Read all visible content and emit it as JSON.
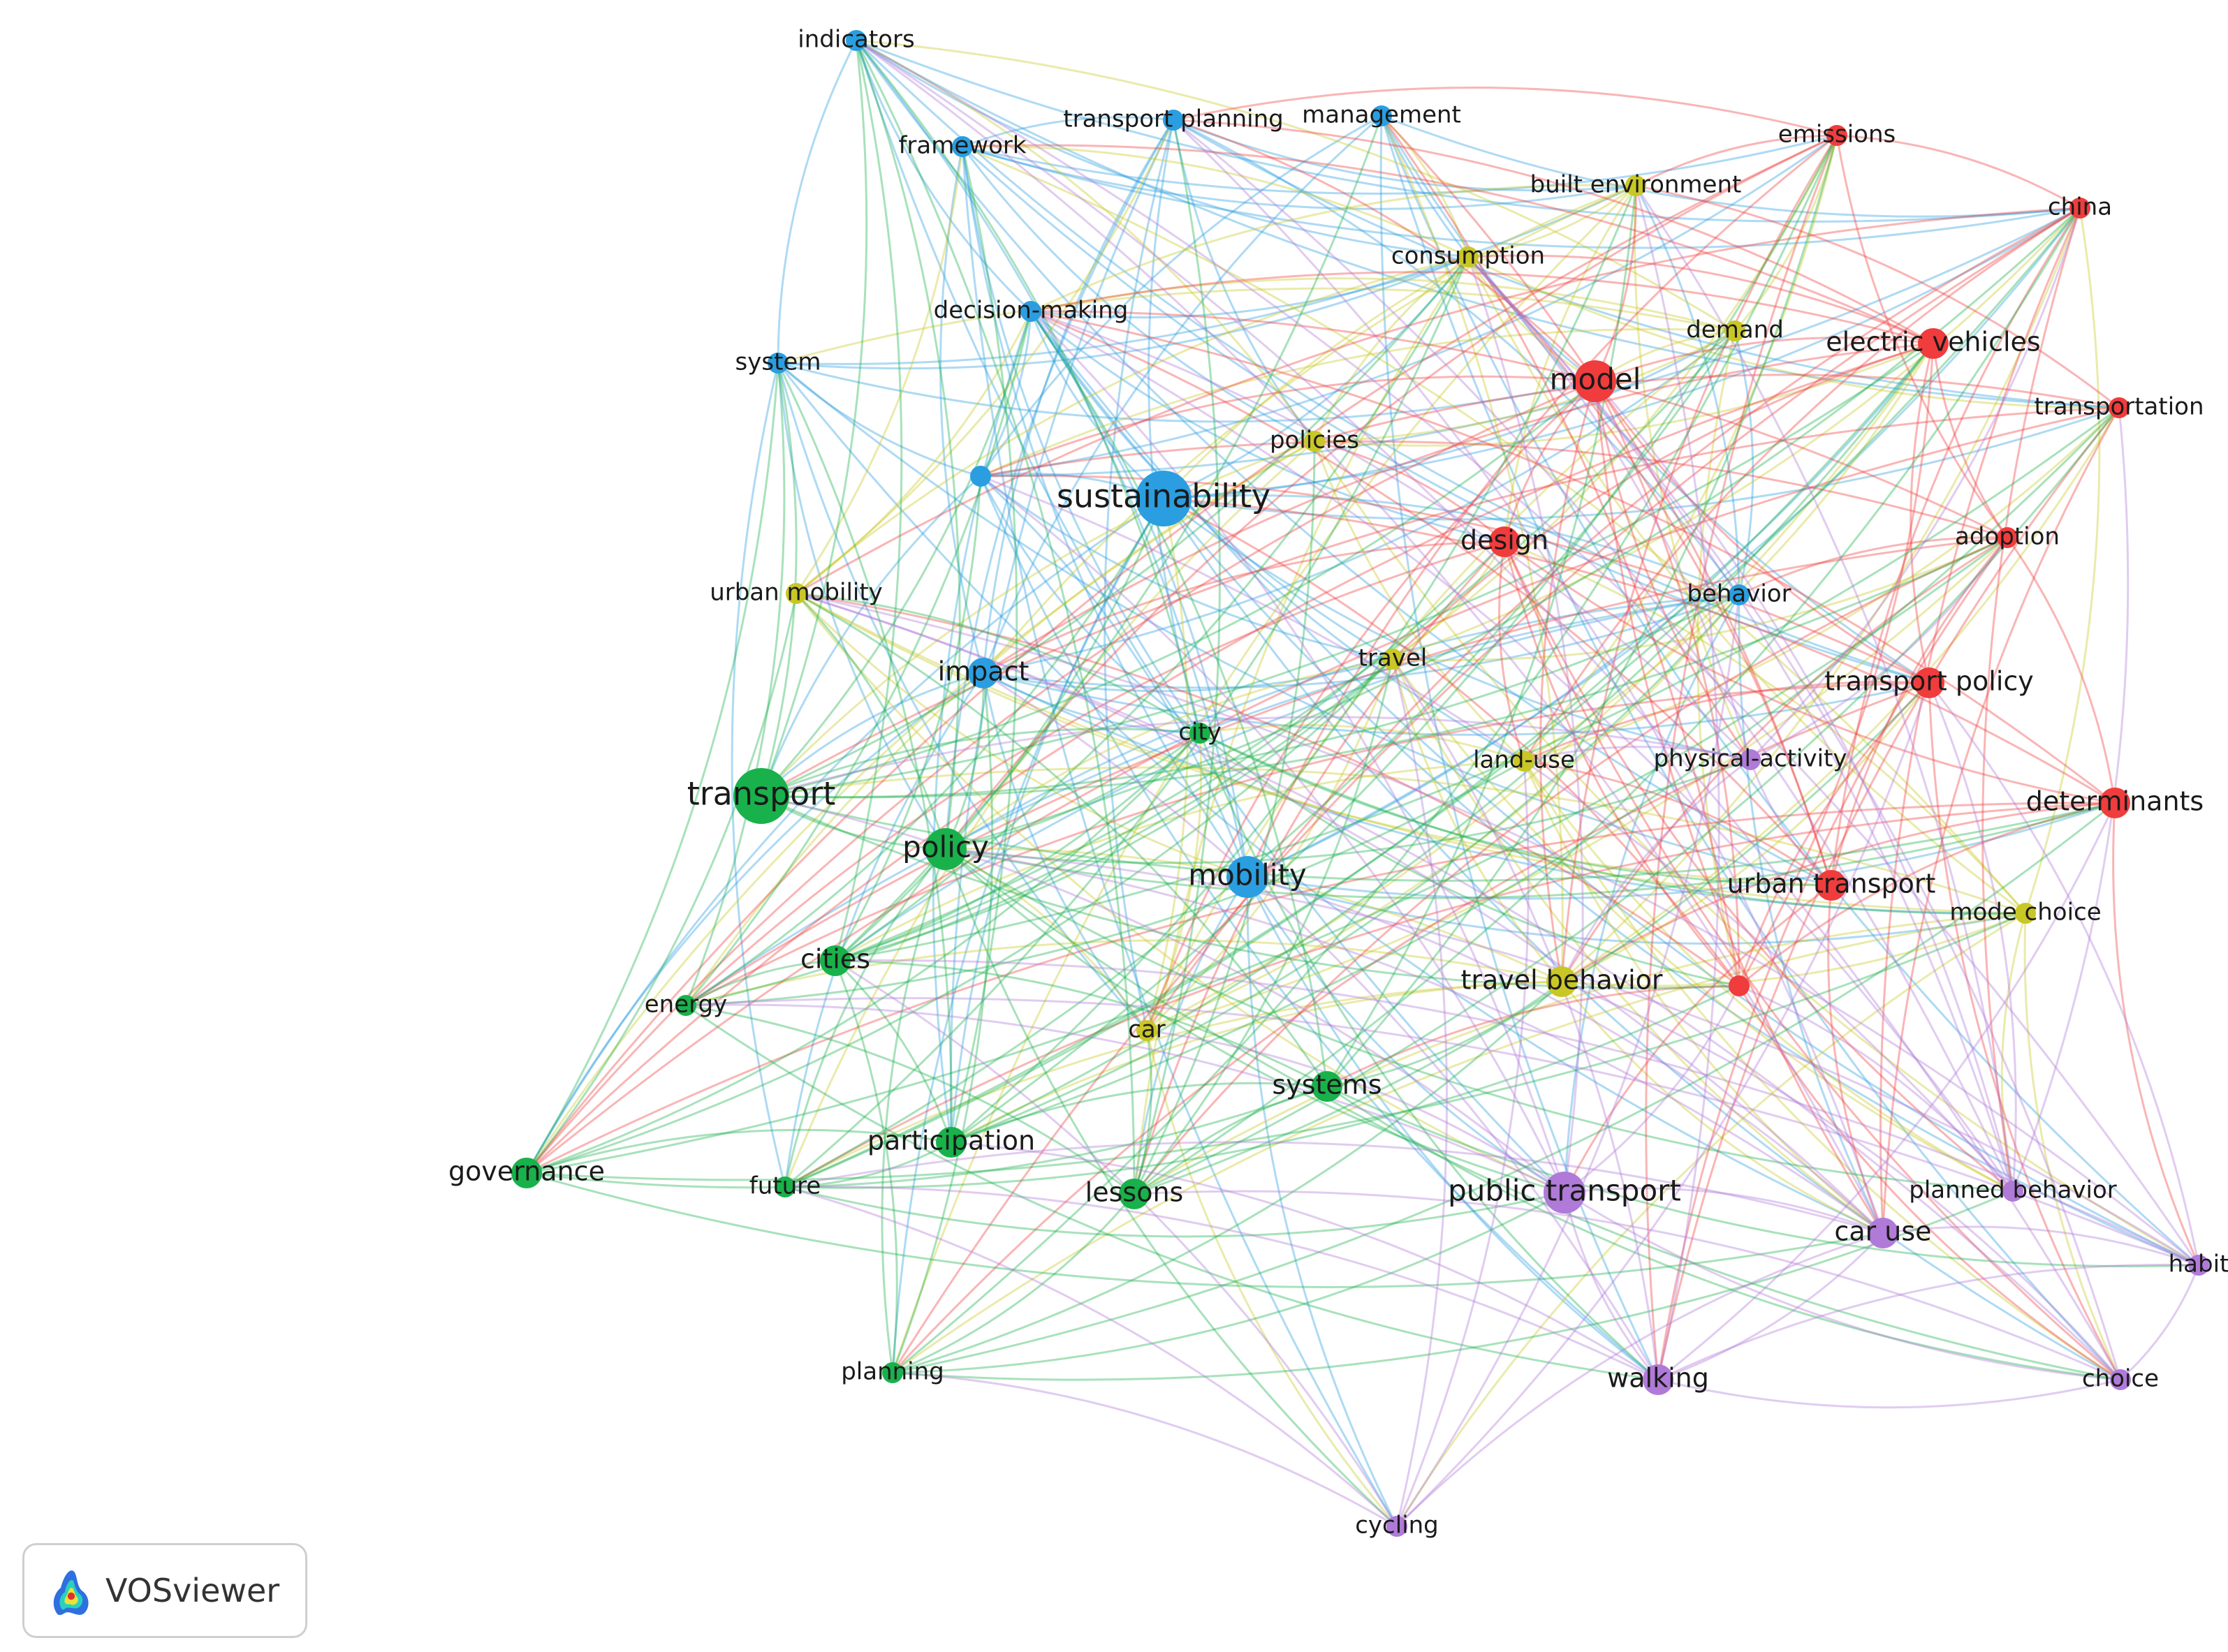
{
  "logo": {
    "text": "VOSviewer"
  },
  "clusters": {
    "red": "#f03c3c",
    "green": "#19b14b",
    "blue": "#2a9ee0",
    "yellow": "#c9c725",
    "purple": "#b07ad8"
  },
  "nodes": [
    {
      "id": "indicators",
      "label": "indicators",
      "cluster": "blue",
      "weight": 2
    },
    {
      "id": "transport-planning",
      "label": "transport planning",
      "cluster": "blue",
      "weight": 2
    },
    {
      "id": "management",
      "label": "management",
      "cluster": "blue",
      "weight": 2
    },
    {
      "id": "framework",
      "label": "framework",
      "cluster": "blue",
      "weight": 2
    },
    {
      "id": "decision-making",
      "label": "decision-making",
      "cluster": "blue",
      "weight": 2
    },
    {
      "id": "system",
      "label": "system",
      "cluster": "blue",
      "weight": 2
    },
    {
      "id": "unlabeled-blue",
      "label": "",
      "cluster": "blue",
      "weight": 2
    },
    {
      "id": "sustainability",
      "label": "sustainability",
      "cluster": "blue",
      "weight": 5
    },
    {
      "id": "impact",
      "label": "impact",
      "cluster": "blue",
      "weight": 3
    },
    {
      "id": "mobility",
      "label": "mobility",
      "cluster": "blue",
      "weight": 4
    },
    {
      "id": "behavior",
      "label": "behavior",
      "cluster": "blue",
      "weight": 2
    },
    {
      "id": "built-environment",
      "label": "built environment",
      "cluster": "yellow",
      "weight": 2
    },
    {
      "id": "consumption",
      "label": "consumption",
      "cluster": "yellow",
      "weight": 2
    },
    {
      "id": "demand",
      "label": "demand",
      "cluster": "yellow",
      "weight": 2
    },
    {
      "id": "policies",
      "label": "policies",
      "cluster": "yellow",
      "weight": 2
    },
    {
      "id": "urban-mobility",
      "label": "urban mobility",
      "cluster": "yellow",
      "weight": 2
    },
    {
      "id": "travel",
      "label": "travel",
      "cluster": "yellow",
      "weight": 2
    },
    {
      "id": "land-use",
      "label": "land-use",
      "cluster": "yellow",
      "weight": 2
    },
    {
      "id": "mode-choice",
      "label": "mode choice",
      "cluster": "yellow",
      "weight": 2
    },
    {
      "id": "travel-behavior",
      "label": "travel behavior",
      "cluster": "yellow",
      "weight": 3
    },
    {
      "id": "car",
      "label": "car",
      "cluster": "yellow",
      "weight": 2
    },
    {
      "id": "emissions",
      "label": "emissions",
      "cluster": "red",
      "weight": 2
    },
    {
      "id": "china",
      "label": "china",
      "cluster": "red",
      "weight": 2
    },
    {
      "id": "electric-vehicles",
      "label": "electric vehicles",
      "cluster": "red",
      "weight": 3
    },
    {
      "id": "model",
      "label": "model",
      "cluster": "red",
      "weight": 4
    },
    {
      "id": "transportation",
      "label": "transportation",
      "cluster": "red",
      "weight": 2
    },
    {
      "id": "adoption",
      "label": "adoption",
      "cluster": "red",
      "weight": 2
    },
    {
      "id": "design",
      "label": "design",
      "cluster": "red",
      "weight": 3
    },
    {
      "id": "transport-policy",
      "label": "transport policy",
      "cluster": "red",
      "weight": 3
    },
    {
      "id": "determinants",
      "label": "determinants",
      "cluster": "red",
      "weight": 3
    },
    {
      "id": "urban-transport",
      "label": "urban transport",
      "cluster": "red",
      "weight": 3
    },
    {
      "id": "unlabeled-red",
      "label": "",
      "cluster": "red",
      "weight": 2
    },
    {
      "id": "transport",
      "label": "transport",
      "cluster": "green",
      "weight": 5
    },
    {
      "id": "policy",
      "label": "policy",
      "cluster": "green",
      "weight": 4
    },
    {
      "id": "city",
      "label": "city",
      "cluster": "green",
      "weight": 2
    },
    {
      "id": "cities",
      "label": "cities",
      "cluster": "green",
      "weight": 3
    },
    {
      "id": "energy",
      "label": "energy",
      "cluster": "green",
      "weight": 2
    },
    {
      "id": "governance",
      "label": "governance",
      "cluster": "green",
      "weight": 3
    },
    {
      "id": "future",
      "label": "future",
      "cluster": "green",
      "weight": 2
    },
    {
      "id": "participation",
      "label": "participation",
      "cluster": "green",
      "weight": 3
    },
    {
      "id": "lessons",
      "label": "lessons",
      "cluster": "green",
      "weight": 3
    },
    {
      "id": "systems",
      "label": "systems",
      "cluster": "green",
      "weight": 3
    },
    {
      "id": "planning",
      "label": "planning",
      "cluster": "green",
      "weight": 2
    },
    {
      "id": "physical-activity",
      "label": "physical-activity",
      "cluster": "purple",
      "weight": 2
    },
    {
      "id": "public-transport",
      "label": "public transport",
      "cluster": "purple",
      "weight": 4
    },
    {
      "id": "car-use",
      "label": "car use",
      "cluster": "purple",
      "weight": 3
    },
    {
      "id": "planned-behavior",
      "label": "planned behavior",
      "cluster": "purple",
      "weight": 2
    },
    {
      "id": "habit",
      "label": "habit",
      "cluster": "purple",
      "weight": 2
    },
    {
      "id": "walking",
      "label": "walking",
      "cluster": "purple",
      "weight": 3
    },
    {
      "id": "choice",
      "label": "choice",
      "cluster": "purple",
      "weight": 2
    },
    {
      "id": "cycling",
      "label": "cycling",
      "cluster": "purple",
      "weight": 2
    }
  ]
}
